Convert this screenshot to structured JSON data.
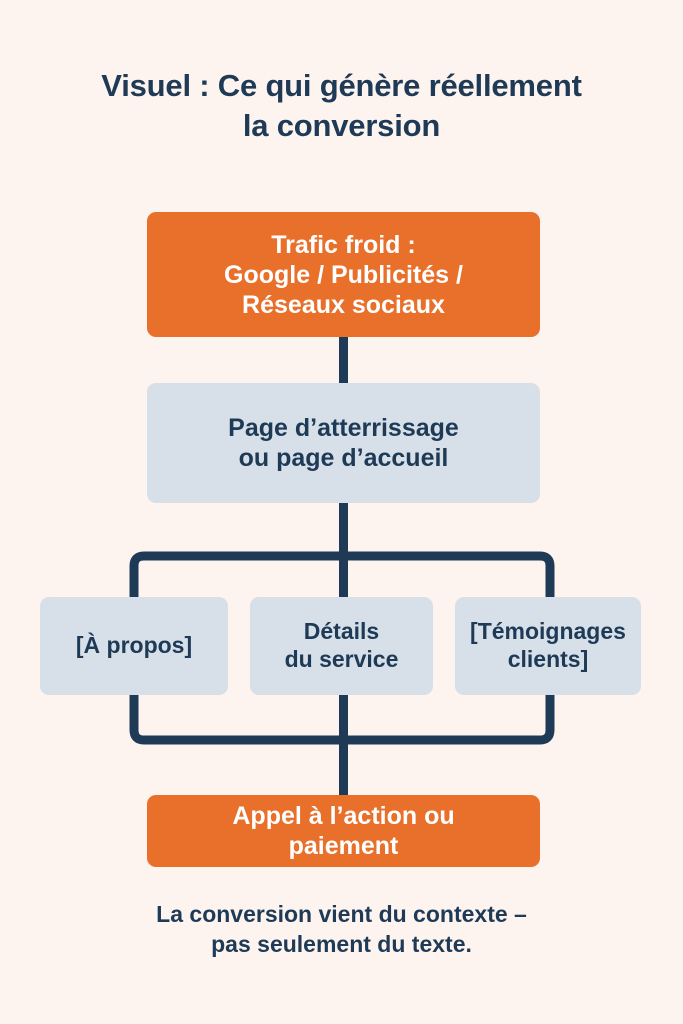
{
  "colors": {
    "background": "#fdf4ef",
    "accent_orange": "#e8702a",
    "node_blue": "#d7e0e8",
    "navy": "#1e3a56",
    "white": "#ffffff"
  },
  "title": {
    "line1": "Visuel : Ce qui génère réellement",
    "line2": "la conversion"
  },
  "nodes": {
    "traffic": {
      "line1": "Trafic froid :",
      "line2": "Google / Publicités /",
      "line3": "Réseaux sociaux"
    },
    "landing": {
      "line1": "Page d’atterrissage",
      "line2": "ou page d’accueil"
    },
    "about": {
      "line1": "[À propos]"
    },
    "details": {
      "line1": "Détails",
      "line2": "du service"
    },
    "testimonials": {
      "line1": "[Témoignages",
      "line2": "clients]"
    },
    "cta": {
      "line1": "Appel à l’action ou",
      "line2": "paiement"
    }
  },
  "footer": {
    "line1": "La conversion vient du contexte –",
    "line2": "pas seulement du texte."
  },
  "flow": {
    "type": "flowchart",
    "direction": "top-to-bottom",
    "steps": [
      "Trafic froid : Google / Publicités / Réseaux sociaux",
      "Page d’atterrissage ou page d’accueil",
      "[À propos] | Détails du service | [Témoignages clients]",
      "Appel à l’action ou paiement"
    ]
  }
}
